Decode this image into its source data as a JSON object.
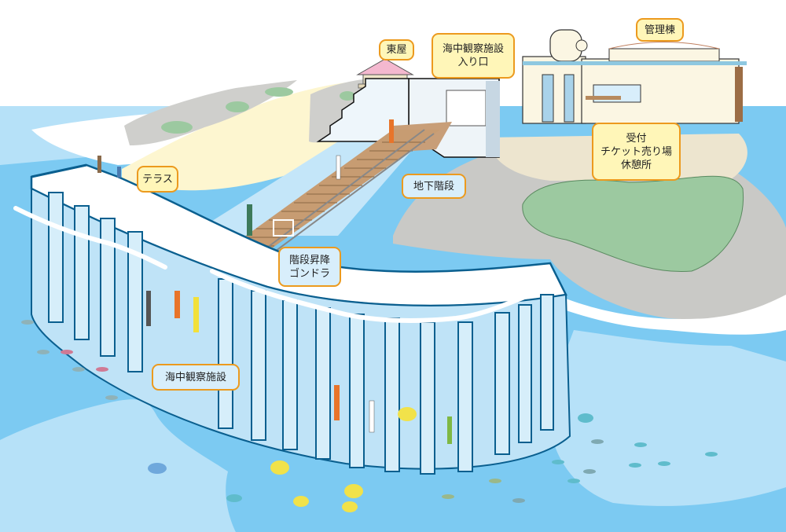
{
  "diagram": {
    "subject": "Undersea observation facility illustrated map",
    "colors": {
      "sea": "#7ccaf2",
      "sea_light": "#b6e1f8",
      "rock": "#c9c9c6",
      "greenery": "#9cc9a0",
      "label_yellow": "#fff6b8",
      "label_blue": "#d8eefb",
      "label_border": "#ec9a1e",
      "structure_outline": "#0a5f8f"
    },
    "labels": [
      {
        "id": "azumaya",
        "lines": [
          "東屋"
        ],
        "style": "yellow"
      },
      {
        "id": "entrance",
        "lines": [
          "海中観察施設",
          "入り口"
        ],
        "style": "yellow"
      },
      {
        "id": "admin",
        "lines": [
          "管理棟"
        ],
        "style": "yellow"
      },
      {
        "id": "reception",
        "lines": [
          "受付",
          "チケット売り場",
          "休憩所"
        ],
        "style": "yellow"
      },
      {
        "id": "terrace",
        "lines": [
          "テラス"
        ],
        "style": "yellow"
      },
      {
        "id": "underground-stairs",
        "lines": [
          "地下階段"
        ],
        "style": "blue"
      },
      {
        "id": "gondola",
        "lines": [
          "階段昇降",
          "ゴンドラ"
        ],
        "style": "blue"
      },
      {
        "id": "observatory",
        "lines": [
          "海中観察施設"
        ],
        "style": "blue"
      }
    ]
  }
}
